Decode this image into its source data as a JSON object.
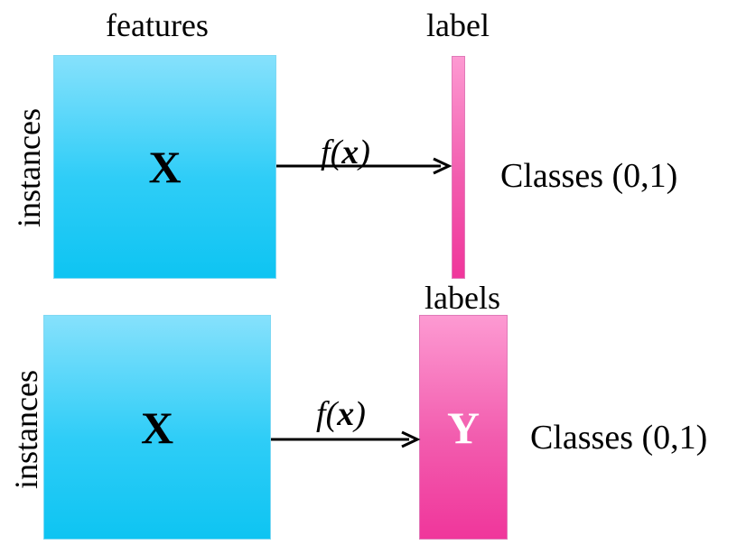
{
  "diagram": {
    "top": {
      "features_label": "features",
      "instances_label": "instances",
      "matrix_label": "X",
      "function_name": "f",
      "function_open": "(",
      "function_arg": "x",
      "function_close": ")",
      "target_label": "label",
      "classes_text": "Classes (0,1)"
    },
    "bottom": {
      "instances_label": "instances",
      "matrix_label": "X",
      "function_name": "f",
      "function_open": "(",
      "function_arg": "x",
      "function_close": ")",
      "target_label": "labels",
      "target_matrix_label": "Y",
      "classes_text": "Classes (0,1)"
    },
    "colors": {
      "features_box": "#2fcdf7",
      "label_box": "#f25cae",
      "arrow": "#000000"
    }
  }
}
